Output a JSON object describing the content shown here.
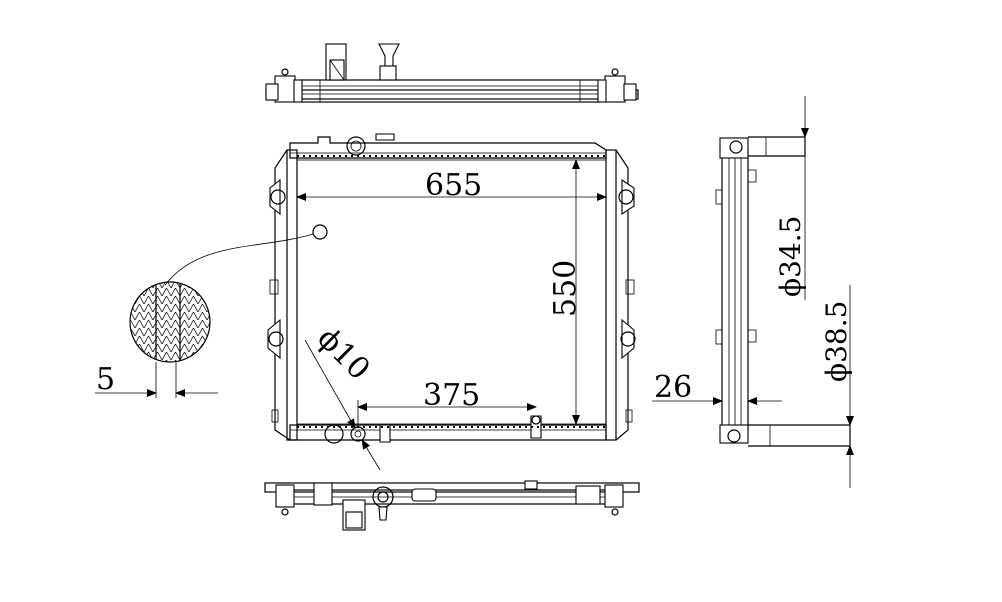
{
  "dimensions": {
    "width": "655",
    "height": "550",
    "pipe_spacing": "375",
    "drain_dia": "ϕ10",
    "fin_pitch": "5",
    "core_thickness": "26",
    "outlet_dia": "ϕ34.5",
    "inlet_dia": "ϕ38.5"
  }
}
